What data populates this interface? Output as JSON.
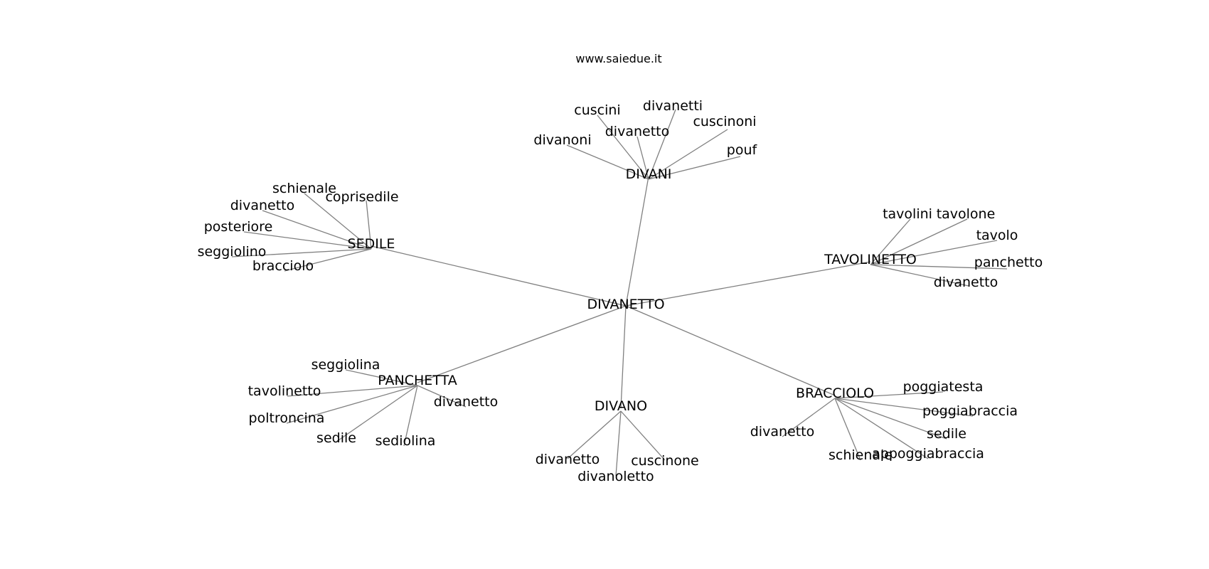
{
  "site_label": "www.saiedue.it",
  "graph": {
    "center": "DIVANETTO",
    "clusters": [
      {
        "hub": "DIVANI",
        "leaves": [
          "cuscini",
          "divanetti",
          "cuscinoni",
          "divanetto",
          "divanoni",
          "pouf"
        ]
      },
      {
        "hub": "SEDILE",
        "leaves": [
          "schienale",
          "coprisedile",
          "divanetto",
          "posteriore",
          "seggiolino",
          "bracciolo"
        ]
      },
      {
        "hub": "TAVOLINETTO",
        "leaves": [
          "tavolini",
          "tavolone",
          "tavolo",
          "panchetto",
          "divanetto"
        ]
      },
      {
        "hub": "PANCHETTA",
        "leaves": [
          "seggiolina",
          "tavolinetto",
          "poltroncina",
          "sedile",
          "sediolina",
          "divanetto"
        ]
      },
      {
        "hub": "DIVANO",
        "leaves": [
          "divanetto",
          "cuscinone",
          "divanoletto"
        ]
      },
      {
        "hub": "BRACCIOLO",
        "leaves": [
          "poggiatesta",
          "poggiabraccia",
          "sedile",
          "appoggiabraccia",
          "schienale",
          "divanetto"
        ]
      }
    ]
  }
}
